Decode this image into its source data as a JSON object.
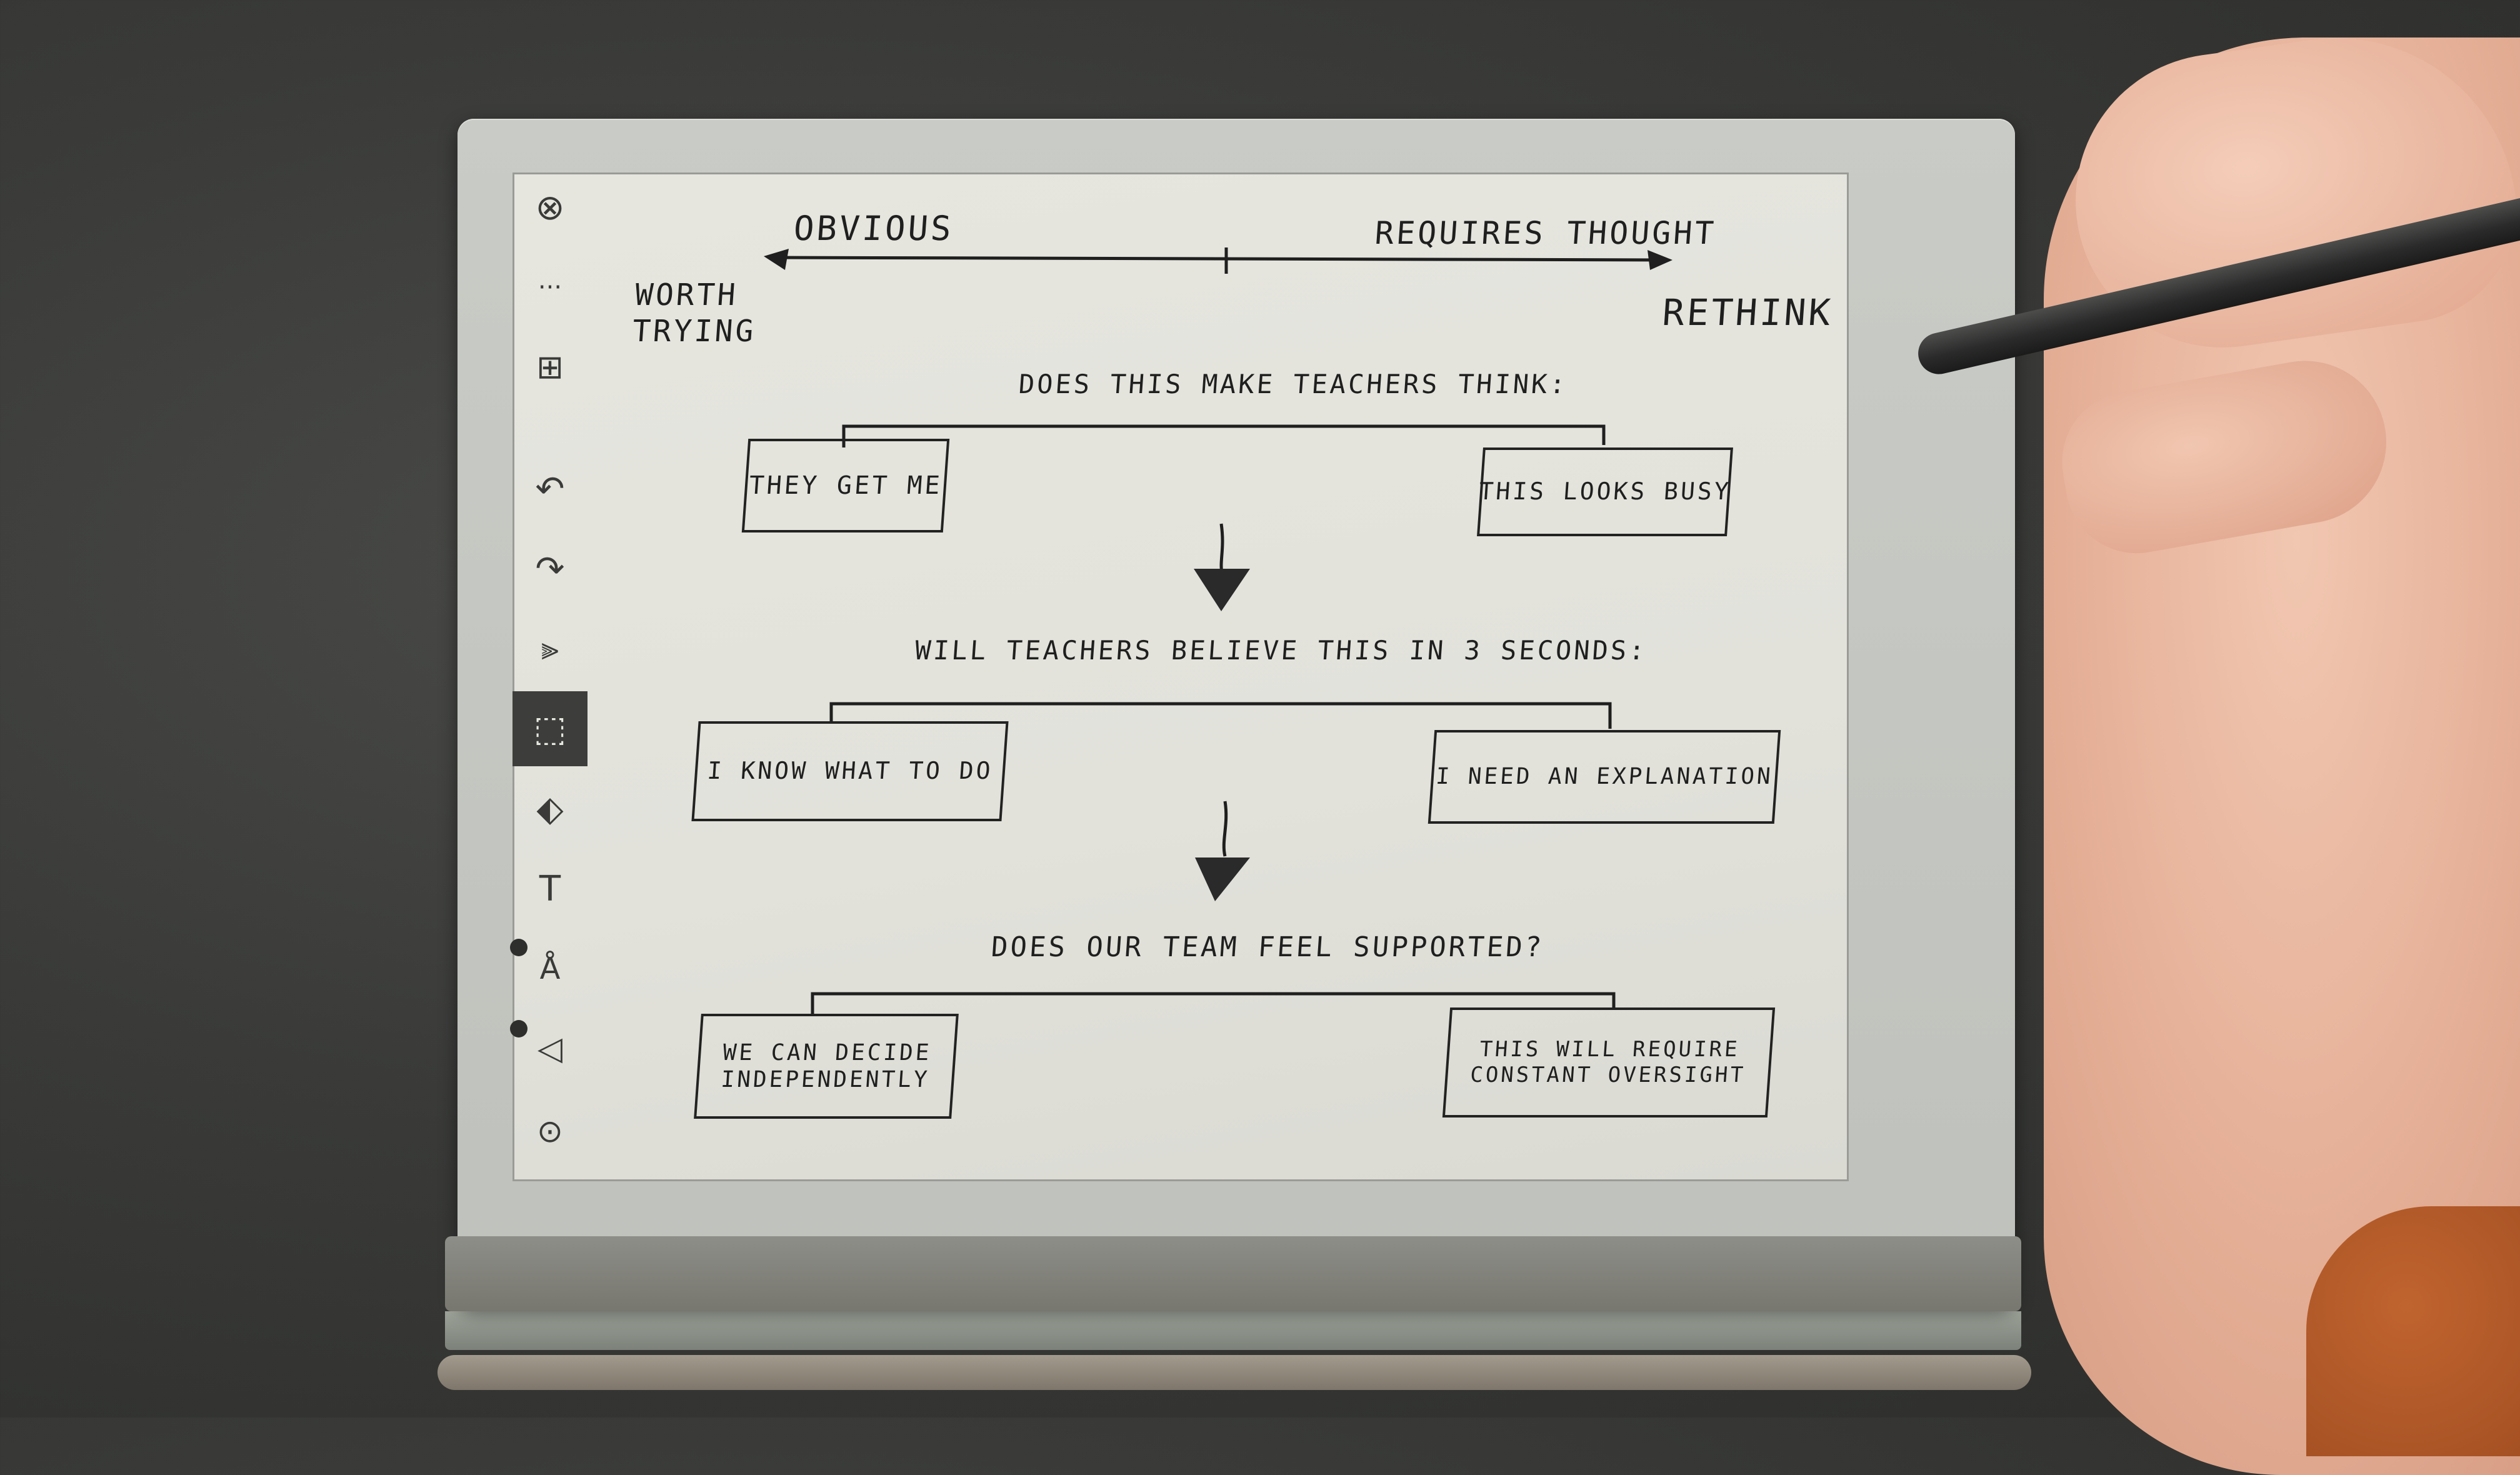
{
  "toolbar": {
    "icons": [
      "close-icon",
      "more-icon",
      "grid-icon",
      "undo-icon",
      "redo-icon",
      "pen-tool-icon",
      "selection-icon",
      "eraser-select-icon",
      "text-icon",
      "font-size-icon",
      "font-shape-icon",
      "sync-icon"
    ],
    "active": "selection-icon"
  },
  "diagram": {
    "scale_left": "OBVIOUS",
    "scale_right": "REQUIRES THOUGHT",
    "corner_left": "WORTH TRYING",
    "corner_right": "RETHINK",
    "question_1": "DOES THIS MAKE TEACHERS THINK:",
    "q1_left": "THEY GET ME",
    "q1_right": "THIS LOOKS BUSY",
    "question_2": "WILL TEACHERS BELIEVE THIS IN 3 SECONDS:",
    "q2_left": "I KNOW WHAT TO DO",
    "q2_right": "I NEED AN EXPLANATION",
    "question_3": "DOES OUR TEAM FEEL SUPPORTED?",
    "q3_left": "WE CAN DECIDE INDEPENDENTLY",
    "q3_right": "THIS WILL REQUIRE CONSTANT OVERSIGHT"
  },
  "colors": {
    "paper": "#e4e4dd",
    "ink": "#1f1f1f",
    "device": "#c6c8c3",
    "background": "#3a3b39",
    "sleeve": "#b0582a"
  }
}
